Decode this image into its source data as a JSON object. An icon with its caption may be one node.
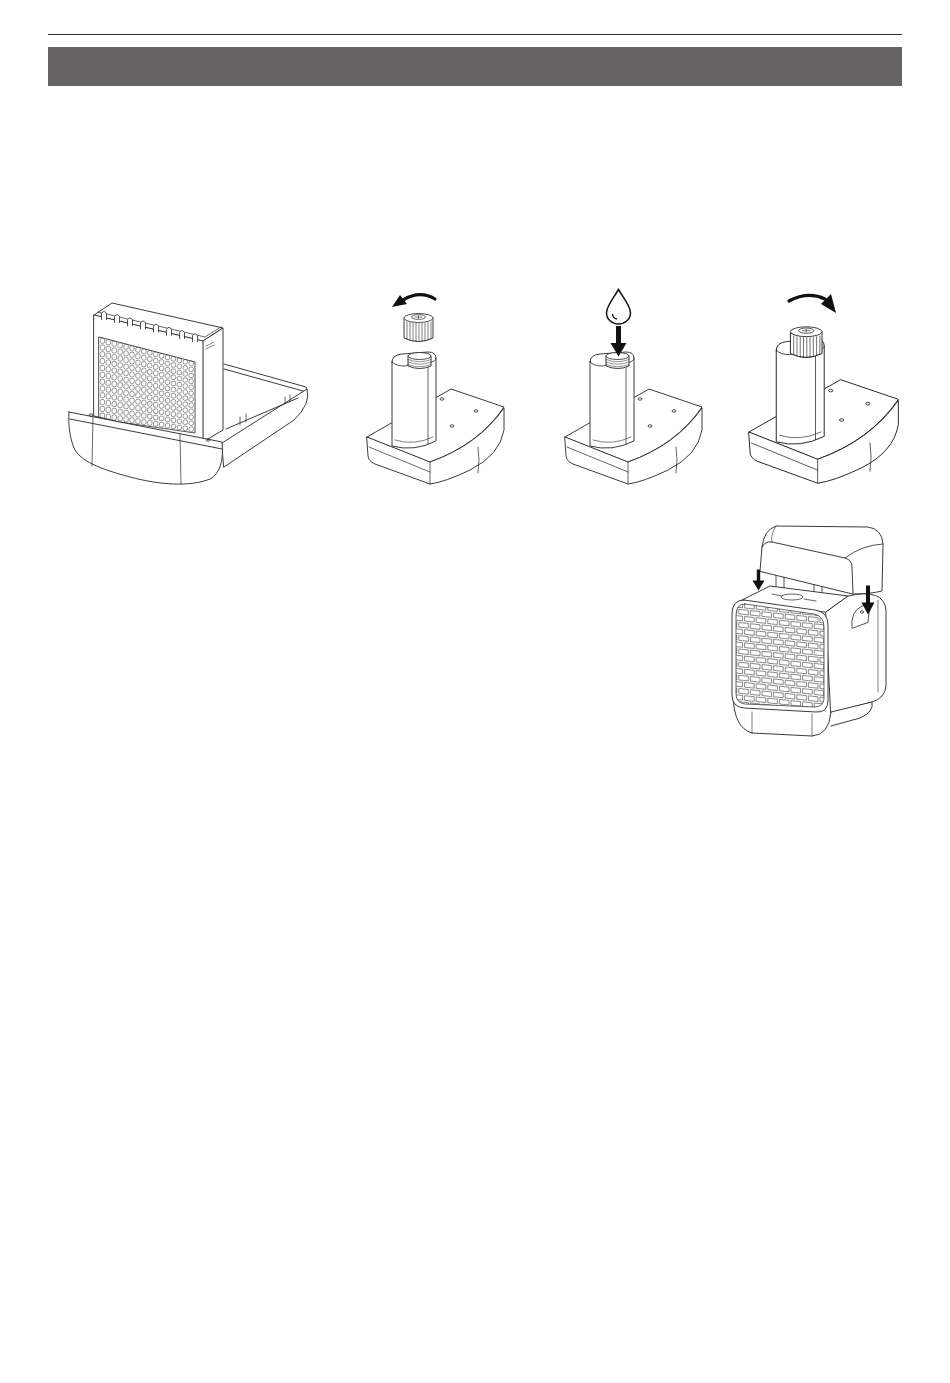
{
  "diagram": {
    "nodes": [
      {
        "text": [],
        "shape": "bar"
      },
      {
        "text": [],
        "shape": "picture"
      },
      {
        "text": [],
        "shape": "picture"
      },
      {
        "text": [],
        "shape": "picture"
      },
      {
        "text": [],
        "shape": "picture"
      },
      {
        "text": [],
        "shape": "picture"
      }
    ]
  }
}
